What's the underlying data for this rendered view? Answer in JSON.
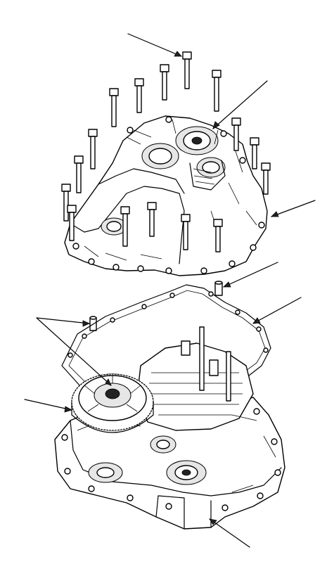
{
  "diagram": {
    "colors": {
      "line": "#000000",
      "background": "#ffffff",
      "shade": "#e6e6e6"
    },
    "callouts": [
      {
        "id": "bolt-top"
      },
      {
        "id": "case-cover"
      },
      {
        "id": "case-right"
      },
      {
        "id": "dowel-right"
      },
      {
        "id": "gasket"
      },
      {
        "id": "dowel-left"
      },
      {
        "id": "gear"
      },
      {
        "id": "lower-case"
      }
    ]
  }
}
